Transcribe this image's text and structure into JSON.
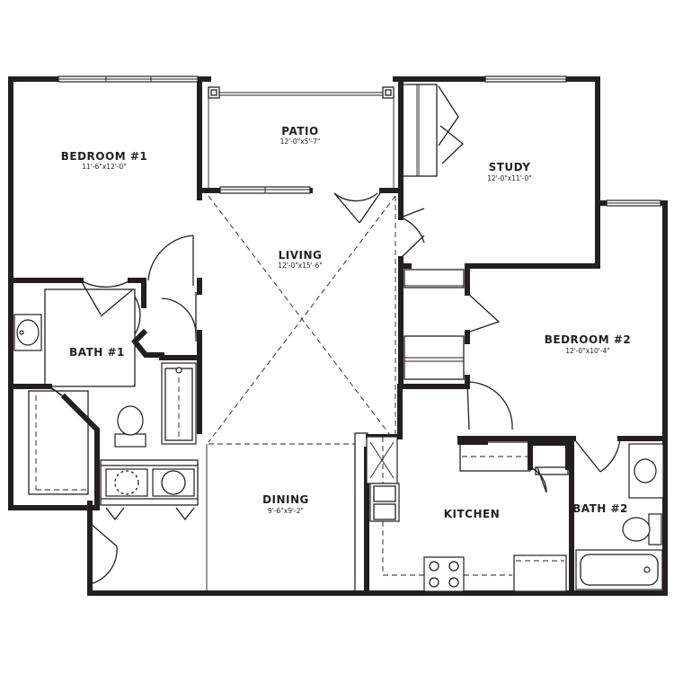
{
  "rooms": [
    {
      "id": "bedroom1",
      "name": "BEDROOM #1",
      "dims": "11'-6\"x12'-0\""
    },
    {
      "id": "patio",
      "name": "PATIO",
      "dims": "12'-0\"x5'-7\""
    },
    {
      "id": "study",
      "name": "STUDY",
      "dims": "12'-0\"x11'-0\""
    },
    {
      "id": "living",
      "name": "LIVING",
      "dims": "12'-0\"x15'-6\""
    },
    {
      "id": "bedroom2",
      "name": "BEDROOM #2",
      "dims": "12'-0\"x10'-4\""
    },
    {
      "id": "bath1",
      "name": "BATH #1",
      "dims": ""
    },
    {
      "id": "dining",
      "name": "DINING",
      "dims": "9'-6\"x9'-2\""
    },
    {
      "id": "kitchen",
      "name": "KITCHEN",
      "dims": ""
    },
    {
      "id": "bath2",
      "name": "BATH #2",
      "dims": ""
    }
  ],
  "colors": {
    "line": "#231f20",
    "background": "#ffffff"
  }
}
